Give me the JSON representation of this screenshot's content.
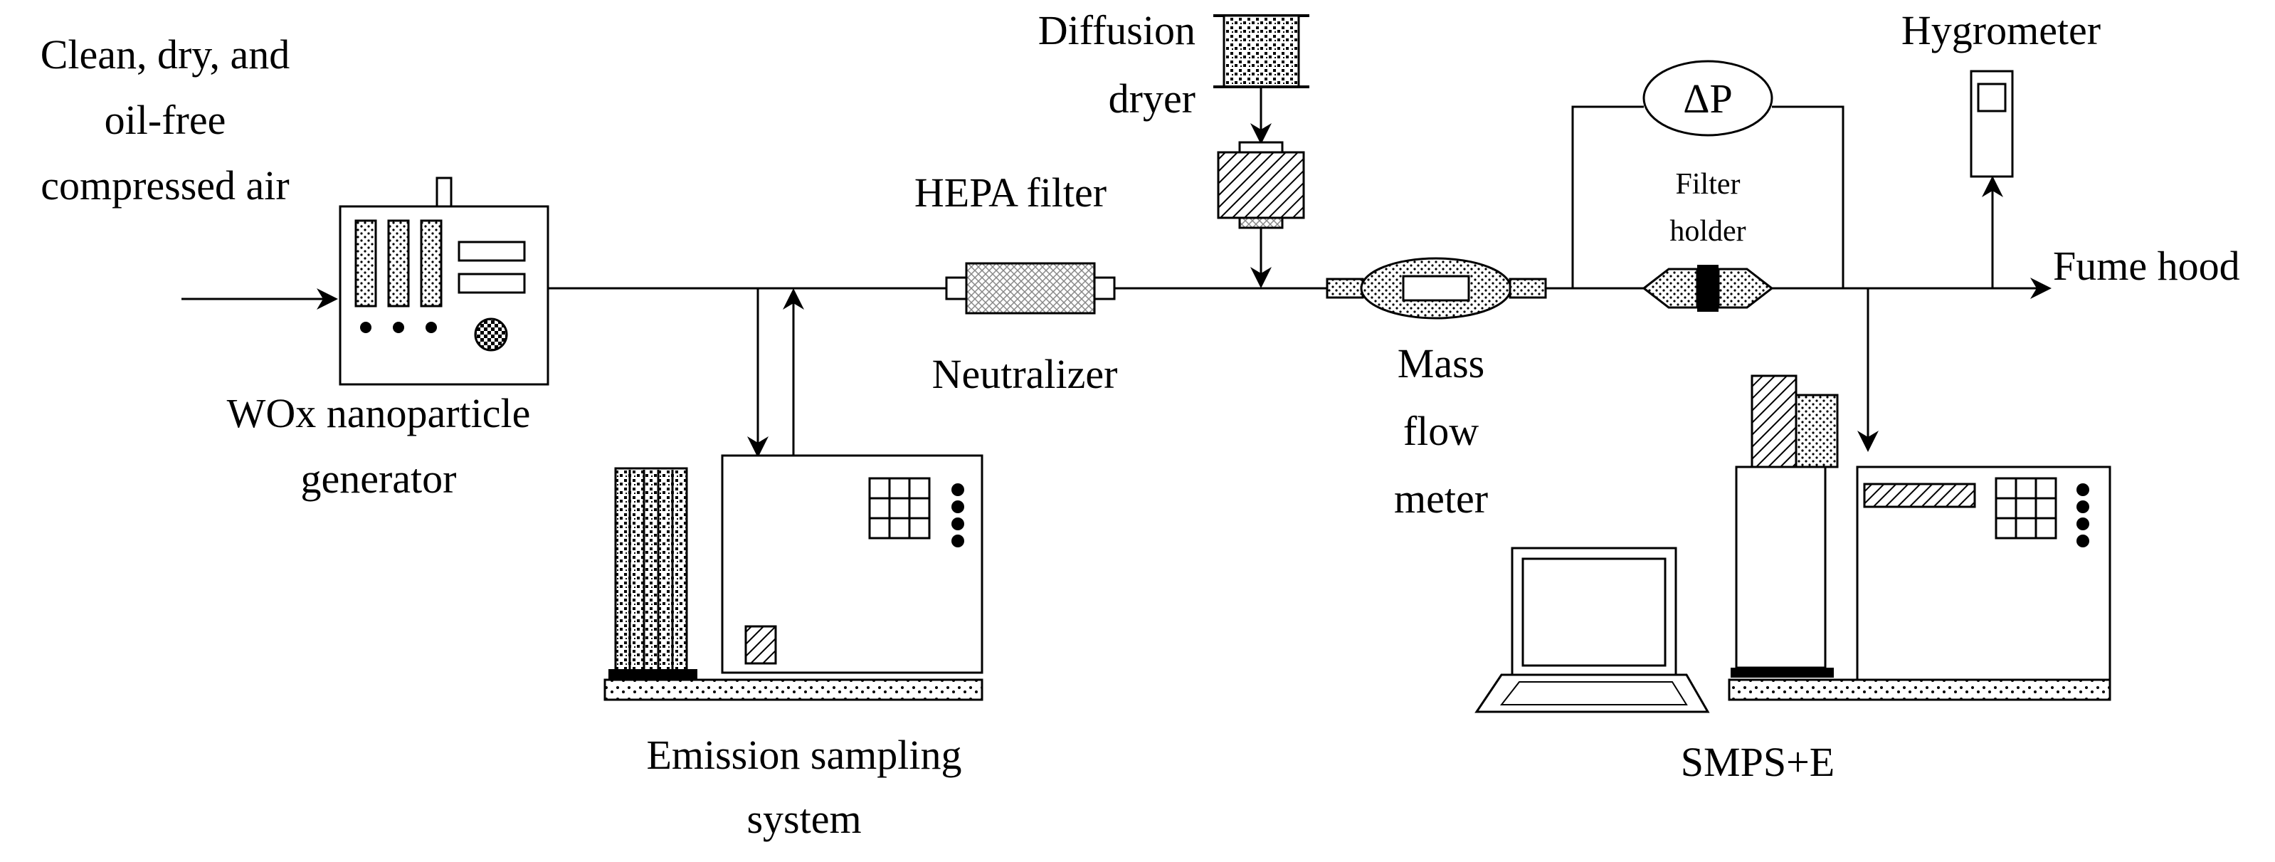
{
  "labels": {
    "compressed_air": [
      "Clean, dry, and",
      "oil-free",
      "compressed air"
    ],
    "generator": [
      "WOx nanoparticle",
      "generator"
    ],
    "emission": [
      "Emission sampling",
      "system"
    ],
    "hepa": "HEPA filter",
    "neutralizer": "Neutralizer",
    "diffusion_dryer": [
      "Diffusion",
      "dryer"
    ],
    "mass_flow_meter": [
      "Mass",
      "flow",
      "meter"
    ],
    "delta_p": "ΔP",
    "filter_holder": [
      "Filter",
      "holder"
    ],
    "hygrometer": "Hygrometer",
    "fume_hood": "Fume hood",
    "smps": "SMPS+E"
  },
  "colors": {
    "line": "#000000",
    "background": "#ffffff"
  }
}
